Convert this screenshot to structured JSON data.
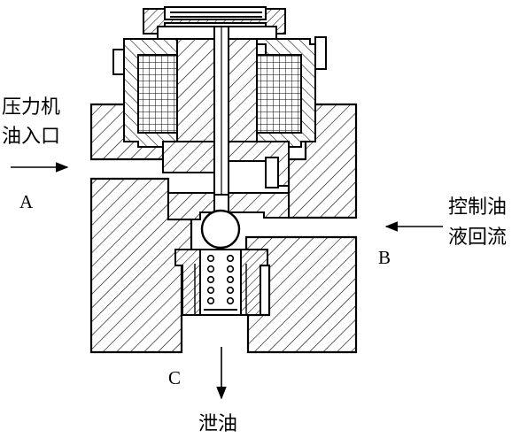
{
  "labels": {
    "inlet_line1": "压力机",
    "inlet_line2": "油入口",
    "port_a": "A",
    "control_line1": "控制油",
    "control_line2": "液回流",
    "port_b": "B",
    "port_c": "C",
    "drain": "泄油"
  },
  "colors": {
    "stroke": "#000000",
    "background": "#ffffff"
  }
}
